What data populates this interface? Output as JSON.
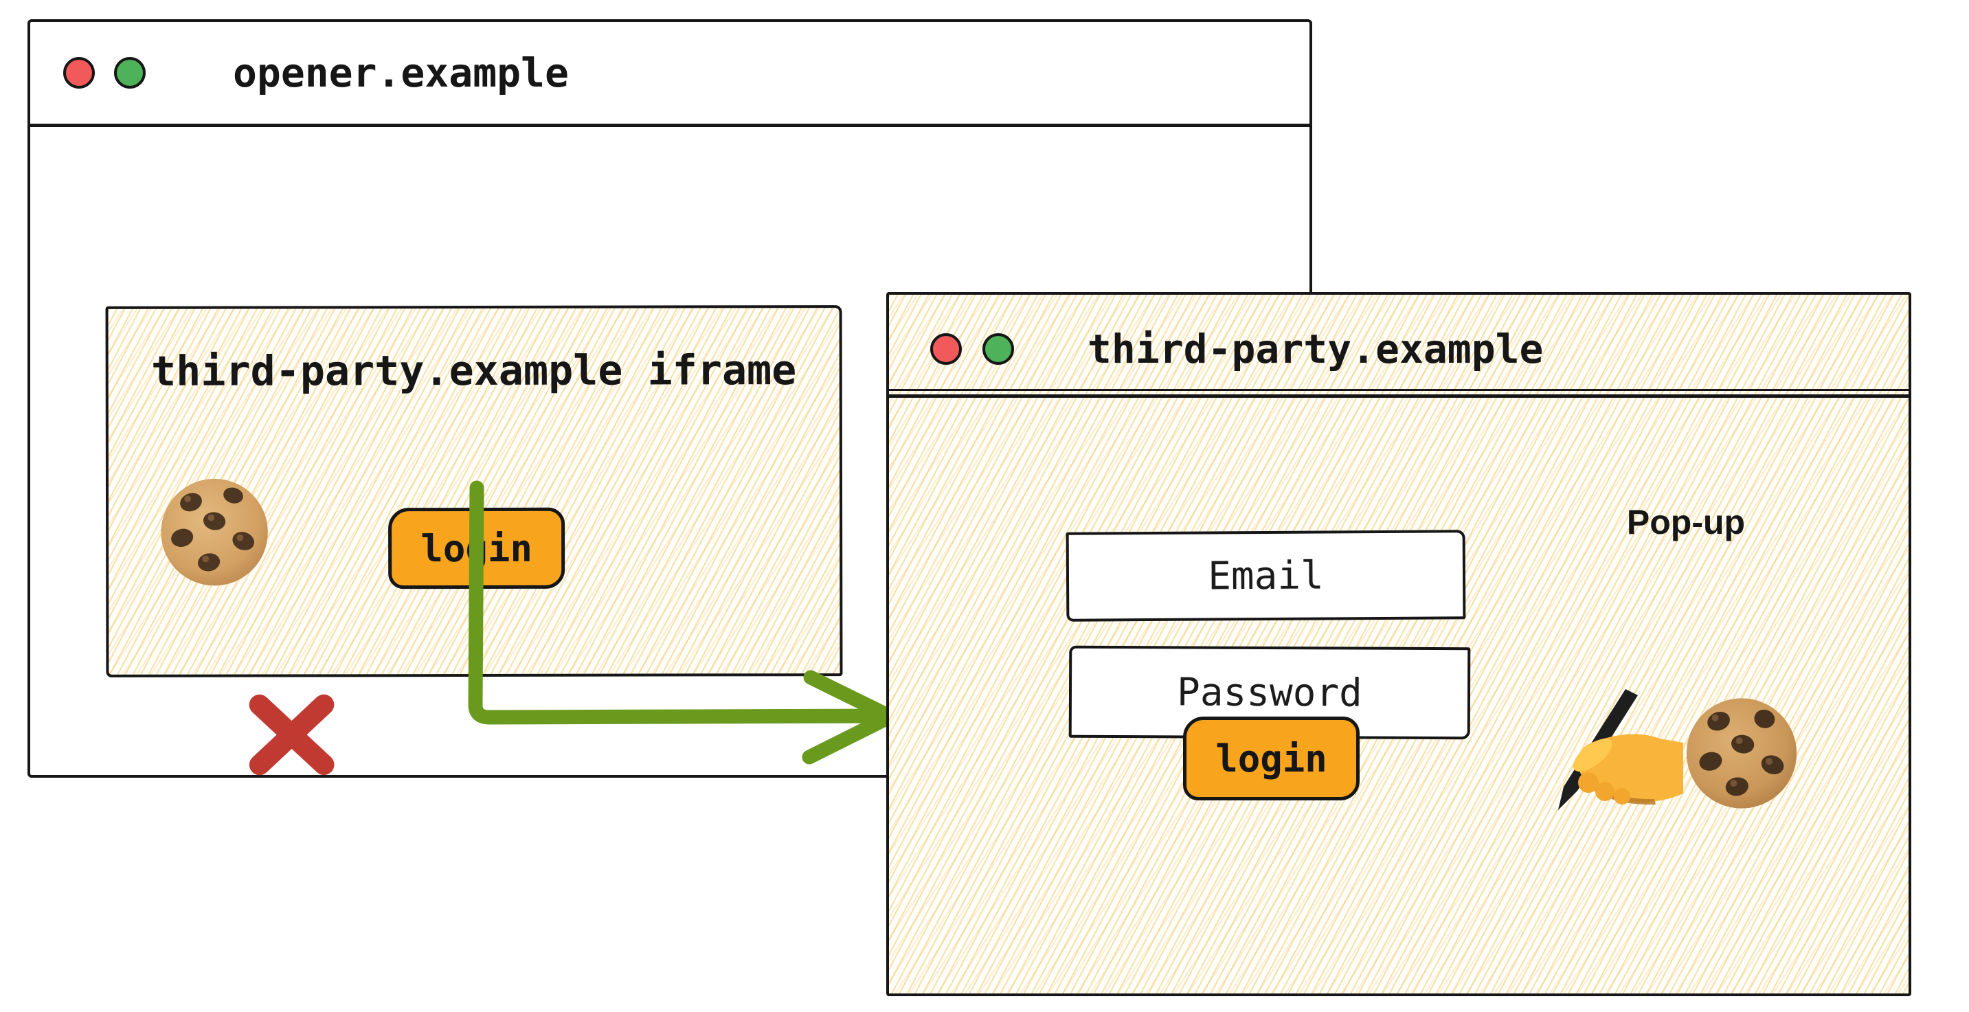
{
  "colors": {
    "ink": "#161616",
    "accent_orange": "#F8A51D",
    "arrow_green": "#69991D",
    "blocked_red": "#C13A32",
    "dot_red": "#F2595B",
    "dot_green": "#4EB25A",
    "hatch_line": "#F2C66E",
    "paper": "#FFFFFF"
  },
  "opener_window": {
    "title": "opener.example",
    "iframe": {
      "label": "third-party.example iframe",
      "login_button_label": "login",
      "cookie_status": "blocked"
    }
  },
  "popup_window": {
    "title": "third-party.example",
    "annotation": "Pop-up",
    "fields": [
      {
        "label": "Email"
      },
      {
        "label": "Password"
      }
    ],
    "login_button_label": "login"
  }
}
